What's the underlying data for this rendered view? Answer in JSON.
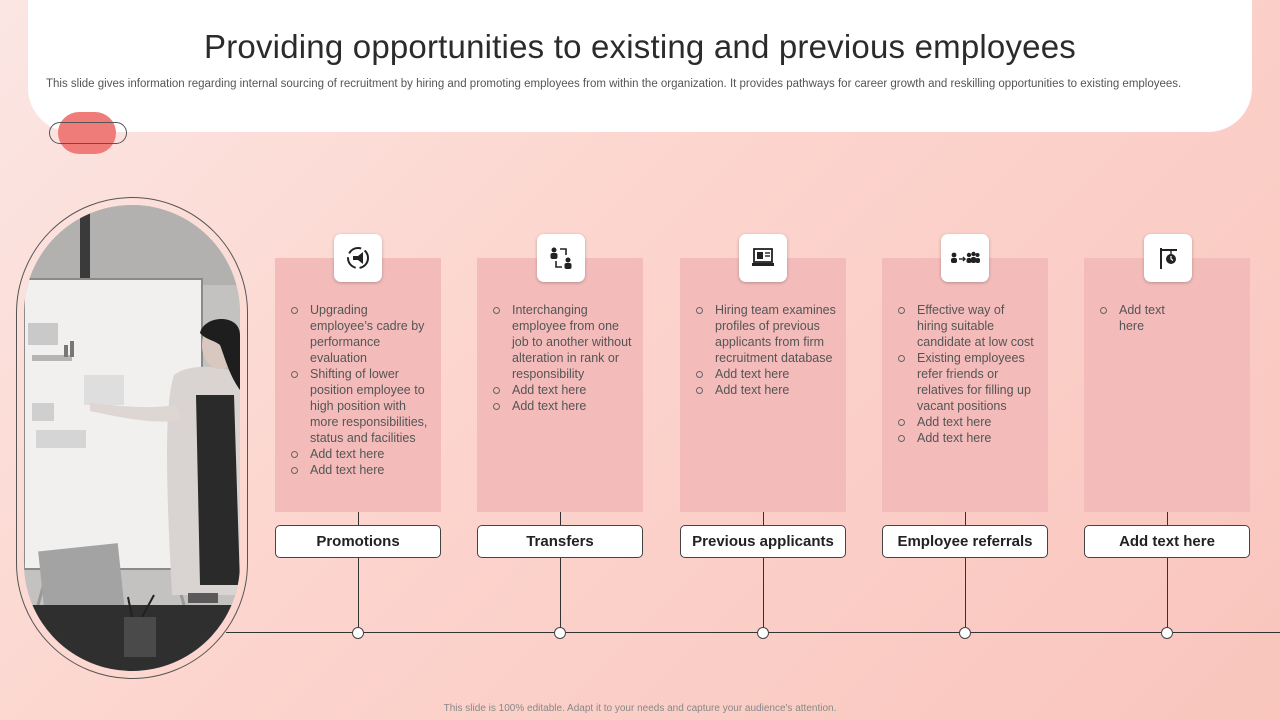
{
  "slide": {
    "title": "Providing opportunities to existing and previous employees",
    "subtitle": "This slide gives information regarding internal sourcing of recruitment by hiring and promoting employees from within the organization. It provides pathways for career growth and reskilling opportunities to existing employees.",
    "footer": "This slide is 100% editable. Adapt it to your needs and capture your audience's attention."
  },
  "colors": {
    "accent": "#ef7c78",
    "card": "#f3bcbb",
    "background": "#fcd6cf"
  },
  "columns": [
    {
      "label": "Promotions",
      "icon": "megaphone-cycle-icon",
      "bullets": [
        "Upgrading employee’s cadre by performance evaluation",
        "Shifting of lower position employee to high position with more responsibilities, status and facilities",
        "Add text here",
        "Add text here"
      ]
    },
    {
      "label": "Transfers",
      "icon": "people-transfer-icon",
      "bullets": [
        "Interchanging employee from one job to another without alteration in rank or responsibility",
        "Add text here",
        "Add text here"
      ]
    },
    {
      "label": "Previous applicants",
      "icon": "laptop-profile-icon",
      "bullets": [
        "Hiring team examines profiles of previous applicants from firm recruitment database",
        "Add text here",
        "Add text here"
      ]
    },
    {
      "label": "Employee referrals",
      "icon": "referral-group-icon",
      "bullets": [
        "Effective way of hiring suitable candidate at low cost",
        "Existing employees refer friends or relatives for filling up vacant positions",
        "Add text here",
        "Add text here"
      ]
    },
    {
      "label": "Add text here",
      "icon": "signpost-clock-icon",
      "bullets": [
        "Add text here"
      ]
    }
  ]
}
